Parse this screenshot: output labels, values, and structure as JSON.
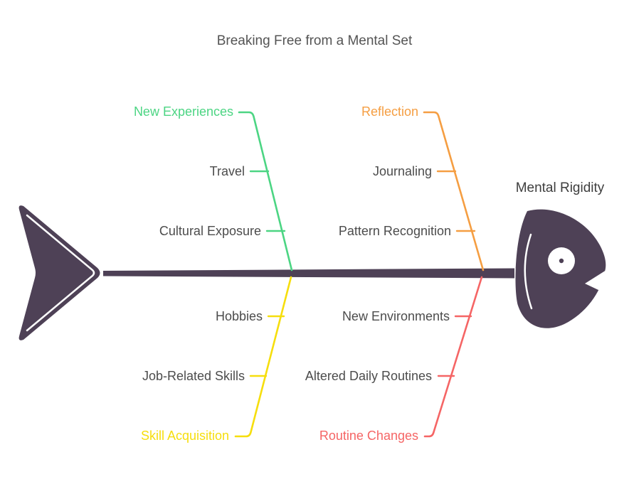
{
  "title": "Breaking Free from a Mental Set",
  "effect": {
    "label": "Mental Rigidity"
  },
  "colors": {
    "fish": "#4E4156",
    "spine": "#4E4156",
    "title_text": "#545454",
    "effect_text": "#3E3E3E",
    "cause_text": "#4C4C4C",
    "background": "#FFFFFF"
  },
  "branches": [
    {
      "label": "New Experiences",
      "color": "#4CD583",
      "position": "top-left",
      "items": [
        "Travel",
        "Cultural Exposure"
      ]
    },
    {
      "label": "Reflection",
      "color": "#F59E42",
      "position": "top-right",
      "items": [
        "Journaling",
        "Pattern Recognition"
      ]
    },
    {
      "label": "Skill Acquisition",
      "color": "#F6DE0D",
      "position": "bottom-left",
      "items": [
        "Hobbies",
        "Job-Related Skills"
      ]
    },
    {
      "label": "Routine Changes",
      "color": "#F56565",
      "position": "bottom-right",
      "items": [
        "New Environments",
        "Altered Daily Routines"
      ]
    }
  ]
}
